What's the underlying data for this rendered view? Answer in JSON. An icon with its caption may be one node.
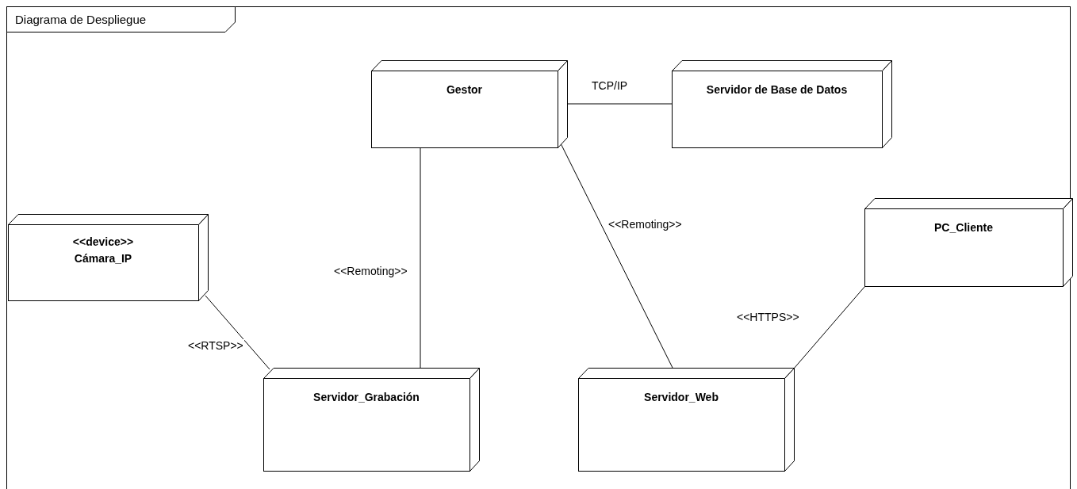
{
  "diagram": {
    "title": "Diagrama de Despliegue",
    "nodes": [
      {
        "text": [
          "Gestor"
        ]
      },
      {
        "text": [
          "Servidor de Base de Datos"
        ]
      },
      {
        "text": [
          "<<device>>",
          "Cámara_IP"
        ]
      },
      {
        "text": [
          "PC_Cliente"
        ]
      },
      {
        "text": [
          "Servidor_Grabación"
        ]
      },
      {
        "text": [
          "Servidor_Web"
        ]
      }
    ],
    "edges": [
      {
        "from": 0,
        "to": 1,
        "arrow": "none",
        "label": "TCP/IP"
      },
      {
        "from": 0,
        "to": 4,
        "arrow": "none",
        "label": "<<Remoting>>"
      },
      {
        "from": 0,
        "to": 5,
        "arrow": "none",
        "label": "<<Remoting>>"
      },
      {
        "from": 2,
        "to": 4,
        "arrow": "none",
        "label": "<<RTSP>>"
      },
      {
        "from": 3,
        "to": 5,
        "arrow": "none",
        "label": "<<HTTPS>>"
      }
    ]
  }
}
